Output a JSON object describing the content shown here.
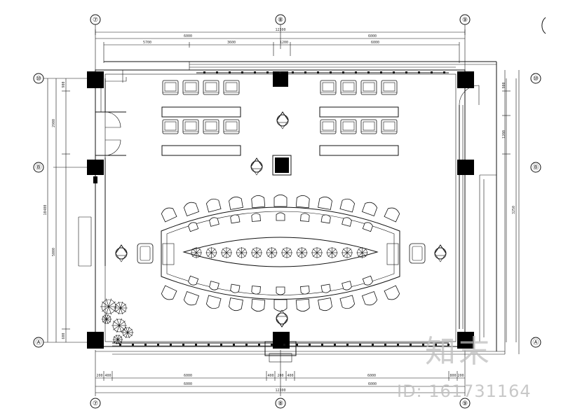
{
  "axes": {
    "top": [
      "⑦",
      "⑧",
      "⑨"
    ],
    "bottom": [
      "⑦",
      "⑧",
      "⑨"
    ],
    "left": [
      "⑩",
      "Ⓑ",
      "Ⓐ"
    ],
    "right": [
      "⑩",
      "Ⓑ",
      "Ⓐ"
    ]
  },
  "dimensions": {
    "top_overall": "12300",
    "top_row1": [
      "6000",
      "6000"
    ],
    "top_row2": [
      "5700",
      "3600",
      "1200",
      "6000"
    ],
    "bottom_overall": "12300",
    "bottom_row1": [
      "6000",
      "6000"
    ],
    "bottom_row2": [
      "200",
      "400",
      "6000",
      "400",
      "200",
      "400",
      "6000",
      "800",
      "200"
    ],
    "left_overall": "10400",
    "left_parts": [
      "900",
      "2900",
      "5000",
      "600"
    ],
    "right_parts": [
      "900",
      "1200",
      "3250"
    ]
  },
  "watermark": {
    "logo": "知末",
    "id": "ID: 161731164"
  }
}
